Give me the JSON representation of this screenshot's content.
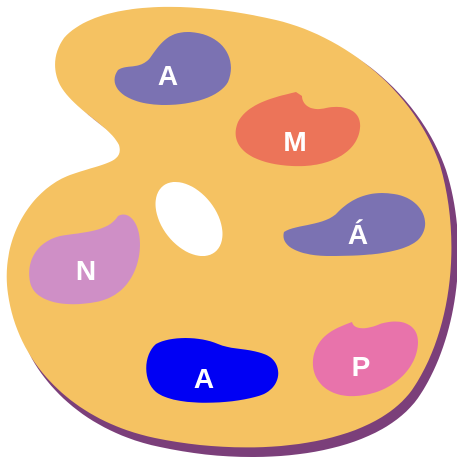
{
  "palette": {
    "board_color": "#f5c262",
    "board_shadow_color": "#7b3f7a",
    "thumb_hole_color": "#ffffff",
    "letter_color": "#ffffff"
  },
  "blobs": [
    {
      "id": "blob-a-top",
      "letter": "A",
      "color": "#7b72b2"
    },
    {
      "id": "blob-m",
      "letter": "M",
      "color": "#ec7459"
    },
    {
      "id": "blob-a-accent",
      "letter": "Á",
      "color": "#7b72b2"
    },
    {
      "id": "blob-n",
      "letter": "N",
      "color": "#cf8fc6"
    },
    {
      "id": "blob-a-bottom",
      "letter": "A",
      "color": "#0000f4"
    },
    {
      "id": "blob-p",
      "letter": "P",
      "color": "#e873ab"
    }
  ]
}
